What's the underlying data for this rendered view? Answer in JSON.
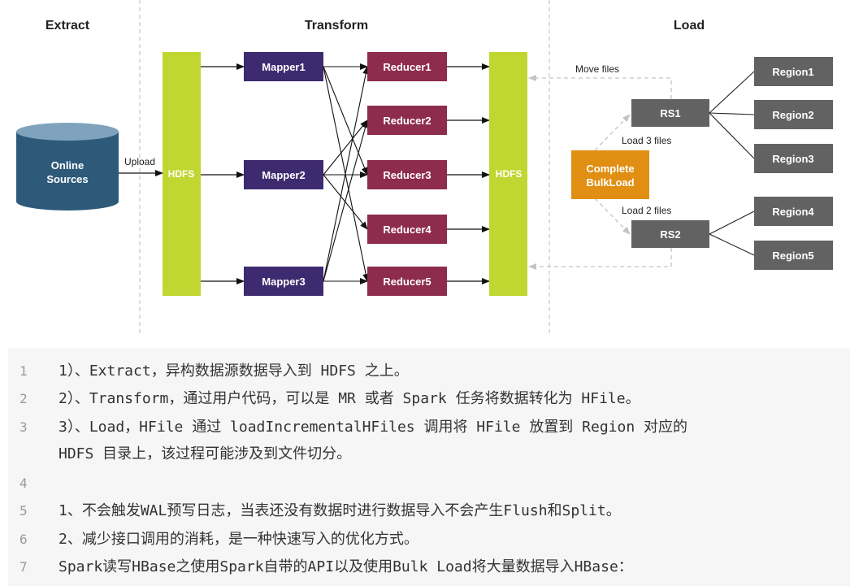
{
  "diagram": {
    "headers": {
      "extract": "Extract",
      "transform": "Transform",
      "load": "Load"
    },
    "source": {
      "line1": "Online",
      "line2": "Sources"
    },
    "upload": "Upload",
    "hdfs_in": "HDFS",
    "hdfs_out": "HDFS",
    "mappers": [
      "Mapper1",
      "Mapper2",
      "Mapper3"
    ],
    "reducers": [
      "Reducer1",
      "Reducer2",
      "Reducer3",
      "Reducer4",
      "Reducer5"
    ],
    "bulkload": {
      "line1": "Complete",
      "line2": "BulkLoad"
    },
    "rs": [
      "RS1",
      "RS2"
    ],
    "regions": [
      "Region1",
      "Region2",
      "Region3",
      "Region4",
      "Region5"
    ],
    "labels": {
      "move_files": "Move files",
      "load3": "Load 3 files",
      "load2": "Load 2 files"
    },
    "colors": {
      "source": "#2e5a7a",
      "hdfs": "#bfd730",
      "mapper": "#3e2a6e",
      "reducer": "#8d2c4c",
      "bulkload": "#e08f12",
      "rs": "#626262",
      "region": "#626262"
    }
  },
  "code": {
    "lines": [
      {
        "n": "1",
        "t": "1）、Extract，异构数据源数据导入到 HDFS 之上。"
      },
      {
        "n": "2",
        "t": "2）、Transform，通过用户代码，可以是 MR 或者 Spark 任务将数据转化为 HFile。"
      },
      {
        "n": "3",
        "t": "3）、Load，HFile 通过 loadIncrementalHFiles 调用将 HFile 放置到 Region 对应的"
      },
      {
        "n": "",
        "t": "HDFS 目录上，该过程可能涉及到文件切分。"
      },
      {
        "n": "4",
        "t": ""
      },
      {
        "n": "5",
        "t": "1、不会触发WAL预写日志，当表还没有数据时进行数据导入不会产生Flush和Split。"
      },
      {
        "n": "6",
        "t": "2、减少接口调用的消耗，是一种快速写入的优化方式。"
      },
      {
        "n": "7",
        "t": "Spark读写HBase之使用Spark自带的API以及使用Bulk Load将大量数据导入HBase："
      }
    ]
  }
}
